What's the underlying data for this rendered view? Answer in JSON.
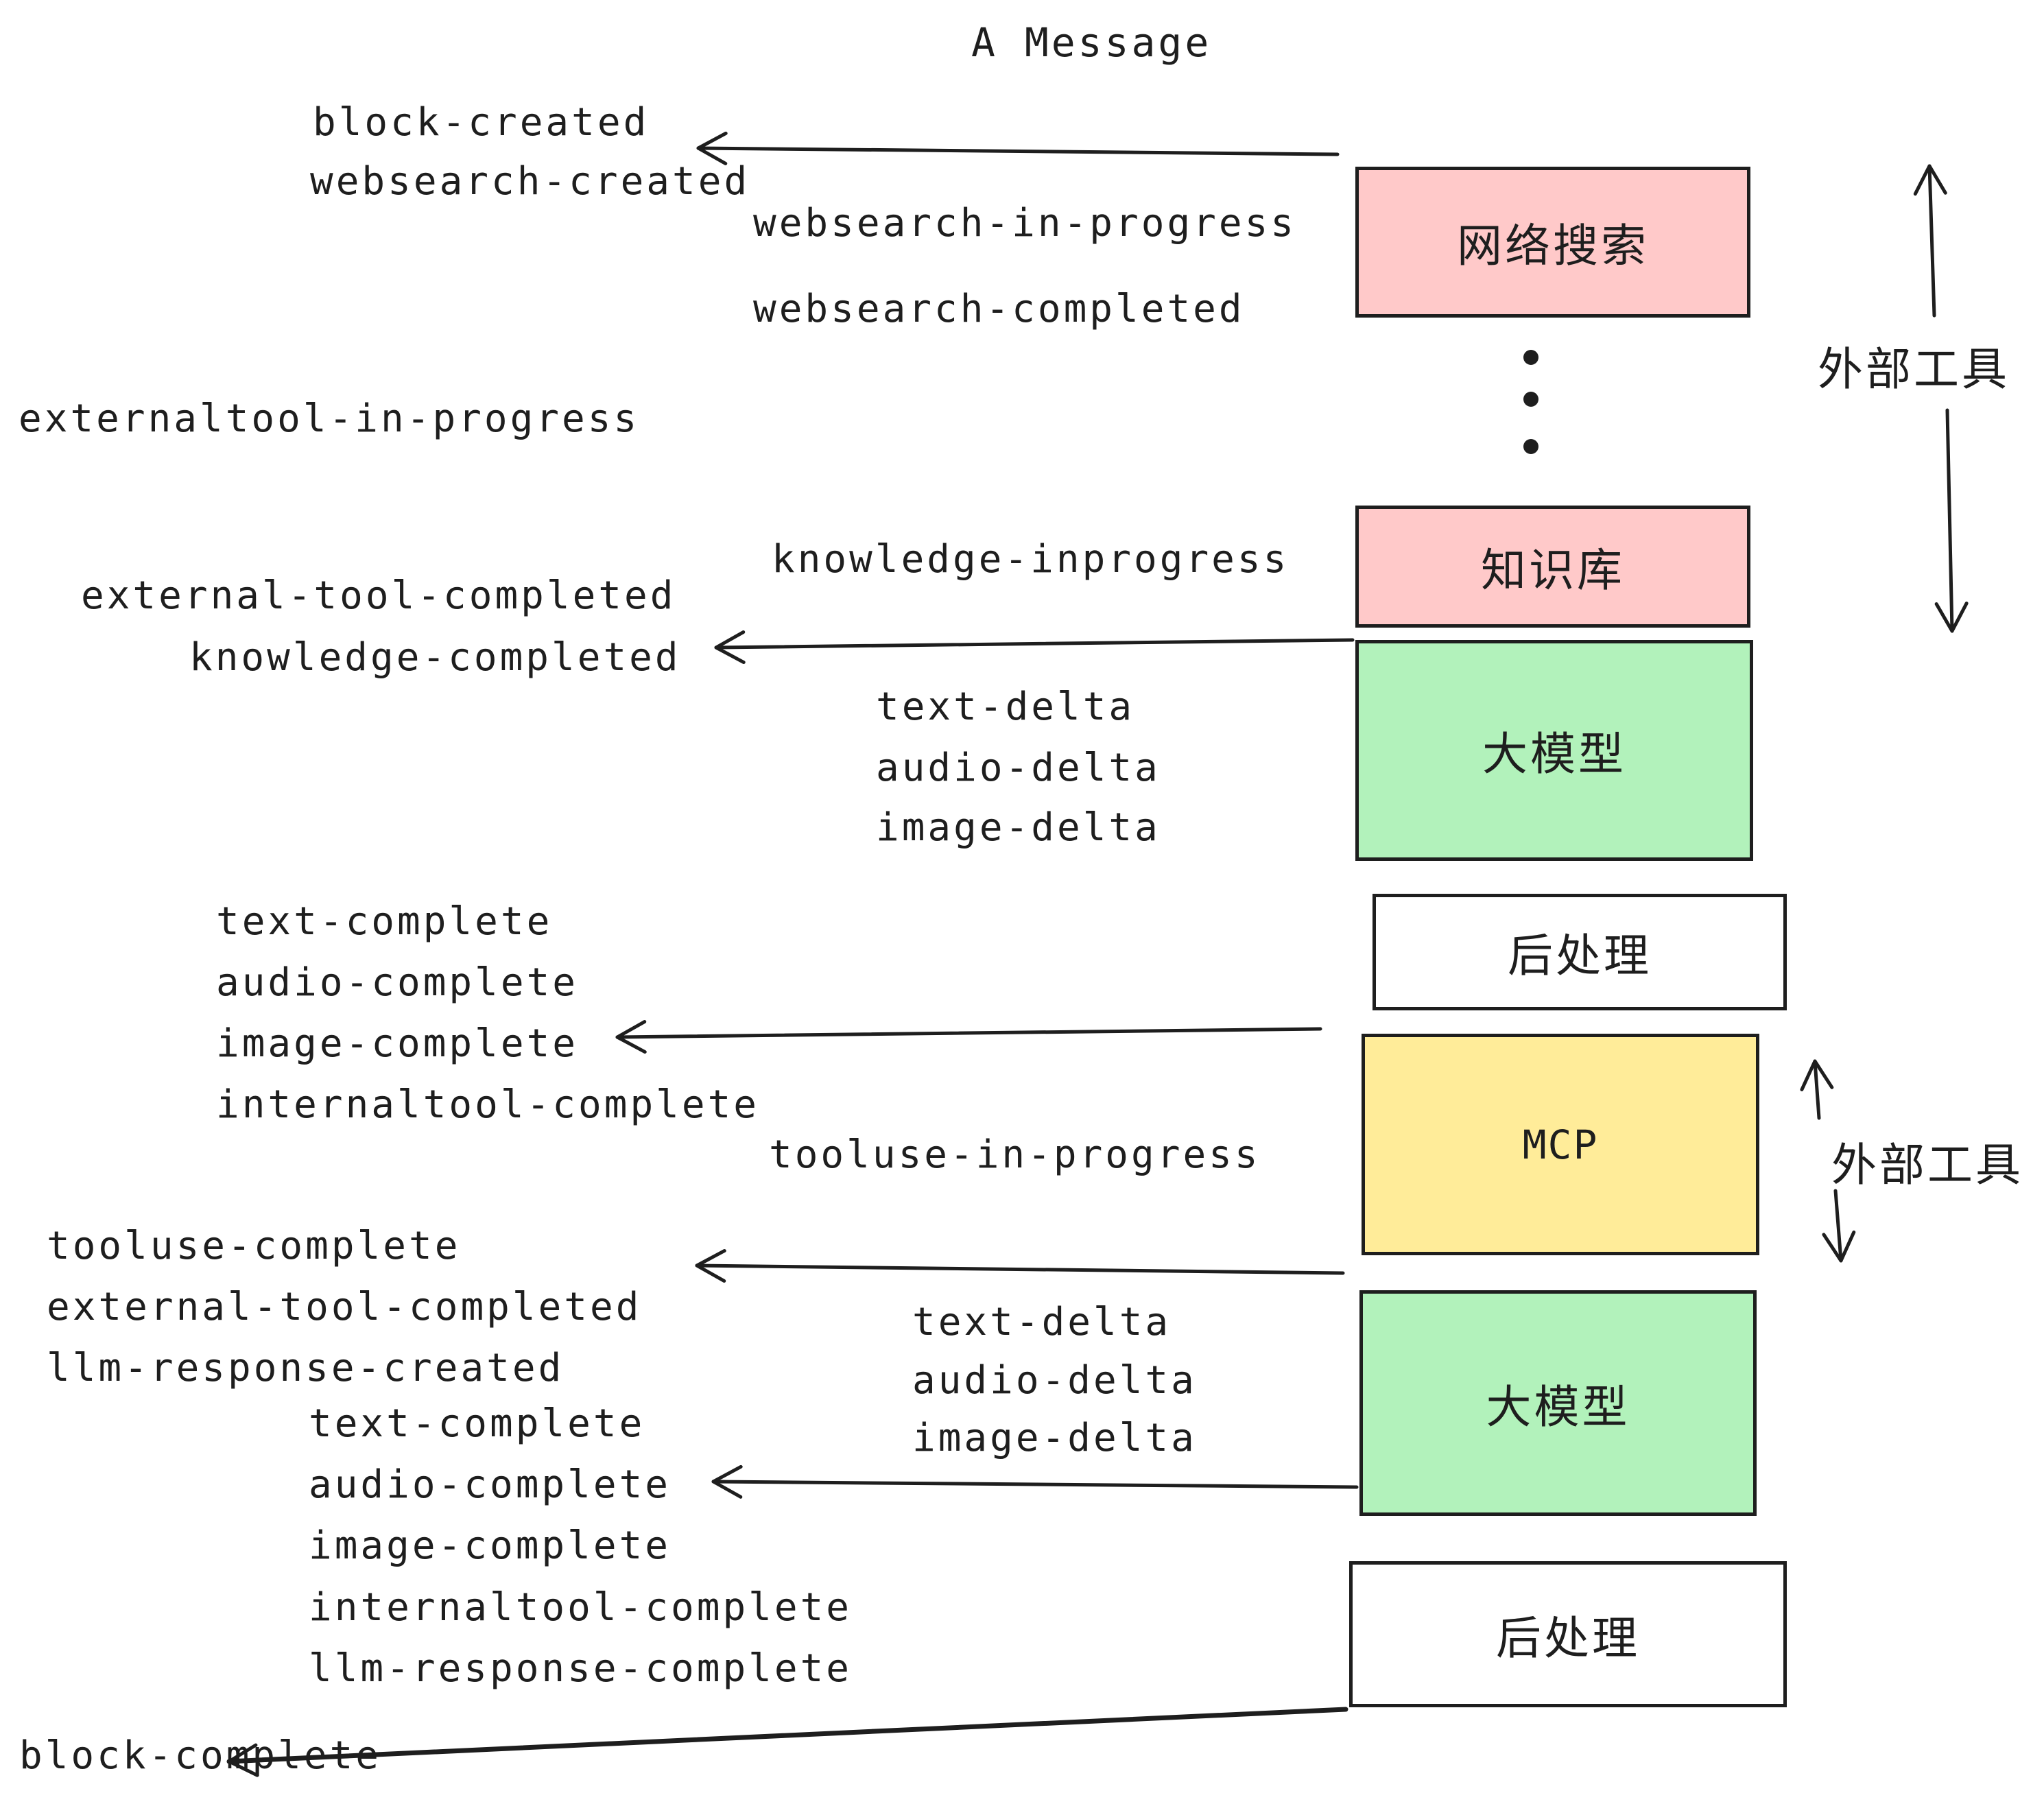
{
  "title": "A Message",
  "colors": {
    "background": "#ffffff",
    "ink": "#1e1e1e",
    "external_tool_fill": "#ffc9c9",
    "llm_fill": "#b2f2bb",
    "mcp_fill": "#ffec99",
    "post_process_fill": "#ffffff"
  },
  "boxes": {
    "web_search": "网络搜索",
    "knowledge_base": "知识库",
    "llm": "大模型",
    "post_process": "后处理",
    "mcp": "MCP"
  },
  "side_labels": {
    "external_tools": "外部工具"
  },
  "events": {
    "block_created": "block-created",
    "websearch_created": "websearch-created",
    "websearch_in_progress": "websearch-in-progress",
    "websearch_completed": "websearch-completed",
    "externaltool_in_progress": "externaltool-in-progress",
    "knowledge_inprogress": "knowledge-inprogress",
    "external_tool_completed": "external-tool-completed",
    "knowledge_completed": "knowledge-completed",
    "text_delta": "text-delta",
    "audio_delta": "audio-delta",
    "image_delta": "image-delta",
    "text_complete": "text-complete",
    "audio_complete": "audio-complete",
    "image_complete": "image-complete",
    "internaltool_complete": "internaltool-complete",
    "tooluse_in_progress": "tooluse-in-progress",
    "tooluse_complete": "tooluse-complete",
    "llm_response_created": "llm-response-created",
    "llm_response_complete": "llm-response-complete",
    "block_complete": "block-complete"
  }
}
